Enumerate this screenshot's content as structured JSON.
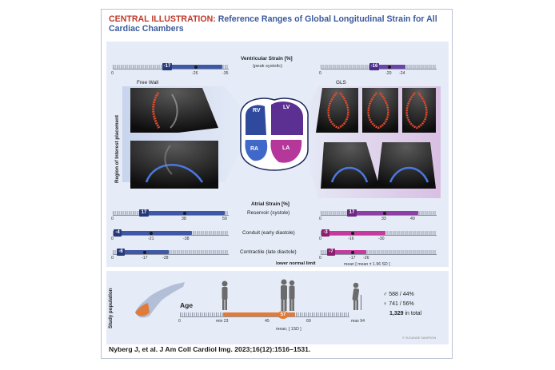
{
  "header": {
    "lead": "CENTRAL ILLUSTRATION:",
    "title_rest": " Reference Ranges of Global Longitudinal Strain for All Cardiac Chambers"
  },
  "labels": {
    "ventricular_strain": "Ventricular Strain [%]",
    "peak_systolic": "(peak systolic)",
    "free_wall": "Free Wall",
    "gls": "GLS",
    "roi": "Region of Interest placement",
    "atrial_strain": "Atrial Strain [%]",
    "reservoir": "Reservoir (systole)",
    "conduit": "Conduit (early diastole)",
    "contractile": "Contractile (late diastole)",
    "lower_normal_limit": "lower normal limit",
    "mean_legend": "mean [ mean ± 1.96 SD ]",
    "study_population": "Study population",
    "age": "Age",
    "mean_sd": "mean, [ 1SD ]"
  },
  "chambers": {
    "rv": "RV",
    "lv": "LV",
    "ra": "RA",
    "la": "LA"
  },
  "scales": {
    "rv": {
      "lln": "-17",
      "zero": "0",
      "mean": "-26",
      "max": "-35"
    },
    "lv": {
      "lln": "-16",
      "zero": "0",
      "mean": "-20",
      "max": "-24"
    },
    "ra_reservoir": {
      "lln": "17",
      "zero": "0",
      "mean": "38",
      "max": "59"
    },
    "la_reservoir": {
      "lln": "17",
      "zero": "0",
      "mean": "33",
      "max": "49"
    },
    "ra_conduit": {
      "lln": "-4",
      "zero": "0",
      "mean": "-21",
      "max": "-38"
    },
    "la_conduit": {
      "lln": "-3",
      "zero": "0",
      "mean": "-16",
      "max": "-30"
    },
    "ra_contractile": {
      "lln": "-6",
      "zero": "0",
      "mean": "-17",
      "max": "-28"
    },
    "la_contractile": {
      "lln": "-7",
      "zero": "0",
      "mean": "-17",
      "max": "-26"
    }
  },
  "population": {
    "male_icon": "♂",
    "female_icon": "♀",
    "male": "588",
    "male_pct": "/ 44%",
    "female": "741",
    "female_pct": "/ 56%",
    "total": "1,329",
    "total_label": "in total",
    "age_zero": "0",
    "age_min": "min 23",
    "age_low": "45",
    "age_mean": "57",
    "age_high": "69",
    "age_max": "max 94",
    "watermark": "© SUSANNE SAMPSON"
  },
  "citation": "Nyberg J, et al. J Am Coll Cardiol Img. 2023;16(12):1516–1531.",
  "colors": {
    "blue_bar": "#3f58a6",
    "purple_bar": "#8e3fa4",
    "magenta_bar": "#c53a9e",
    "orange": "#e07c3a",
    "title_red": "#c0392b",
    "title_blue": "#3c5a9c"
  }
}
